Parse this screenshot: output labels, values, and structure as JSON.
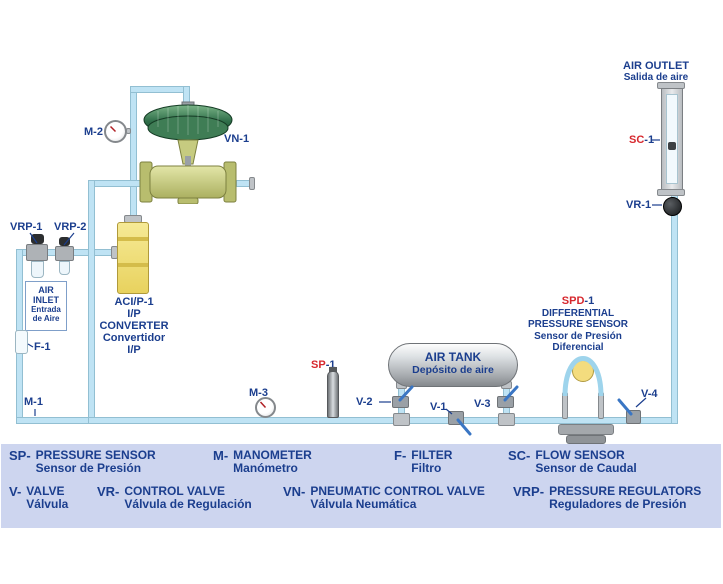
{
  "colors": {
    "label_blue": "#1b3e8e",
    "sensor_red": "#d7282e",
    "pipe_blue": "#bfe3f4",
    "legend_background": "#cdd5ef",
    "converter_yellow": "#f2e27c",
    "actuator_green": "#3d7b52",
    "lever_blue": "#3a76c4"
  },
  "diagram": {
    "air_outlet": {
      "title": "AIR OUTLET",
      "subtitle": "Salida de aire"
    },
    "flow_sensor": {
      "pre": "SC",
      "suf": "-1"
    },
    "control_valve_vr1": "VR-1",
    "valve_v4": "V-4",
    "dp_sensor": {
      "pre": "SPD",
      "suf": "-1",
      "line2": "DIFFERENTIAL",
      "line3": "PRESSURE SENSOR",
      "line4": "Sensor de Presión",
      "line5": "Diferencial"
    },
    "air_tank": {
      "title": "AIR TANK",
      "subtitle": "Depósito de aire"
    },
    "valve_v1": "V-1",
    "valve_v2": "V-2",
    "valve_v3": "V-3",
    "pressure_sensor": {
      "pre": "SP",
      "suf": "-1"
    },
    "manometer_m1": "M-1",
    "manometer_m2": "M-2",
    "manometer_m3": "M-3",
    "pneumatic_valve": "VN-1",
    "converter": {
      "line1": "ACI/P-1",
      "line2": "I/P",
      "line3": "CONVERTER",
      "line4": "Convertidor",
      "line5": "I/P"
    },
    "regulator_vrp1": "VRP-1",
    "regulator_vrp2": "VRP-2",
    "air_inlet": {
      "line1": "AIR",
      "line2": "INLET",
      "line3": "Entrada",
      "line4": "de Aire"
    },
    "filter_f1": "F-1"
  },
  "legend": {
    "entries": [
      {
        "prefix": "SP-",
        "name": "PRESSURE SENSOR",
        "name_es": "Sensor de Presión",
        "accent": "red"
      },
      {
        "prefix": "M-",
        "name": "MANOMETER",
        "name_es": "Manómetro",
        "accent": "blue"
      },
      {
        "prefix": "F-",
        "name": "FILTER",
        "name_es": "Filtro",
        "accent": "blue"
      },
      {
        "prefix": "SC-",
        "name": "FLOW SENSOR",
        "name_es": "Sensor de Caudal",
        "accent": "red"
      },
      {
        "prefix": "V-",
        "name": "VALVE",
        "name_es": "Válvula",
        "accent": "blue"
      },
      {
        "prefix": "VR-",
        "name": "CONTROL VALVE",
        "name_es": "Válvula de Regulación",
        "accent": "blue"
      },
      {
        "prefix": "VN-",
        "name": "PNEUMATIC CONTROL VALVE",
        "name_es": "Válvula Neumática",
        "accent": "blue"
      },
      {
        "prefix": "VRP-",
        "name": "PRESSURE REGULATORS",
        "name_es": "Reguladores de Presión",
        "accent": "blue"
      }
    ]
  }
}
